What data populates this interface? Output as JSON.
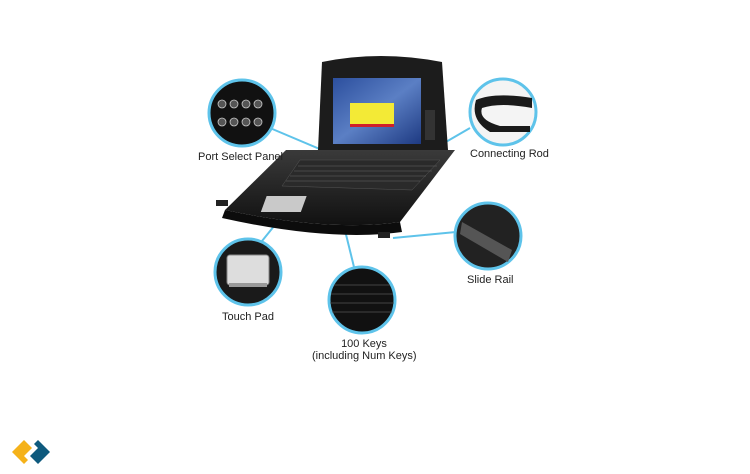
{
  "callouts": {
    "port_select_panel": "Port Select Panel",
    "connecting_rod": "Connecting Rod",
    "slide_rail": "Slide Rail",
    "touch_pad": "Touch Pad",
    "keys_line1": "100 Keys",
    "keys_line2": "(including Num Keys)"
  },
  "colors": {
    "callout_line": "#5ec3ea",
    "logo_orange": "#f5b21a",
    "logo_blue": "#0e5a7e"
  },
  "logo": {
    "icon": "interlocking-diamonds-logo"
  }
}
